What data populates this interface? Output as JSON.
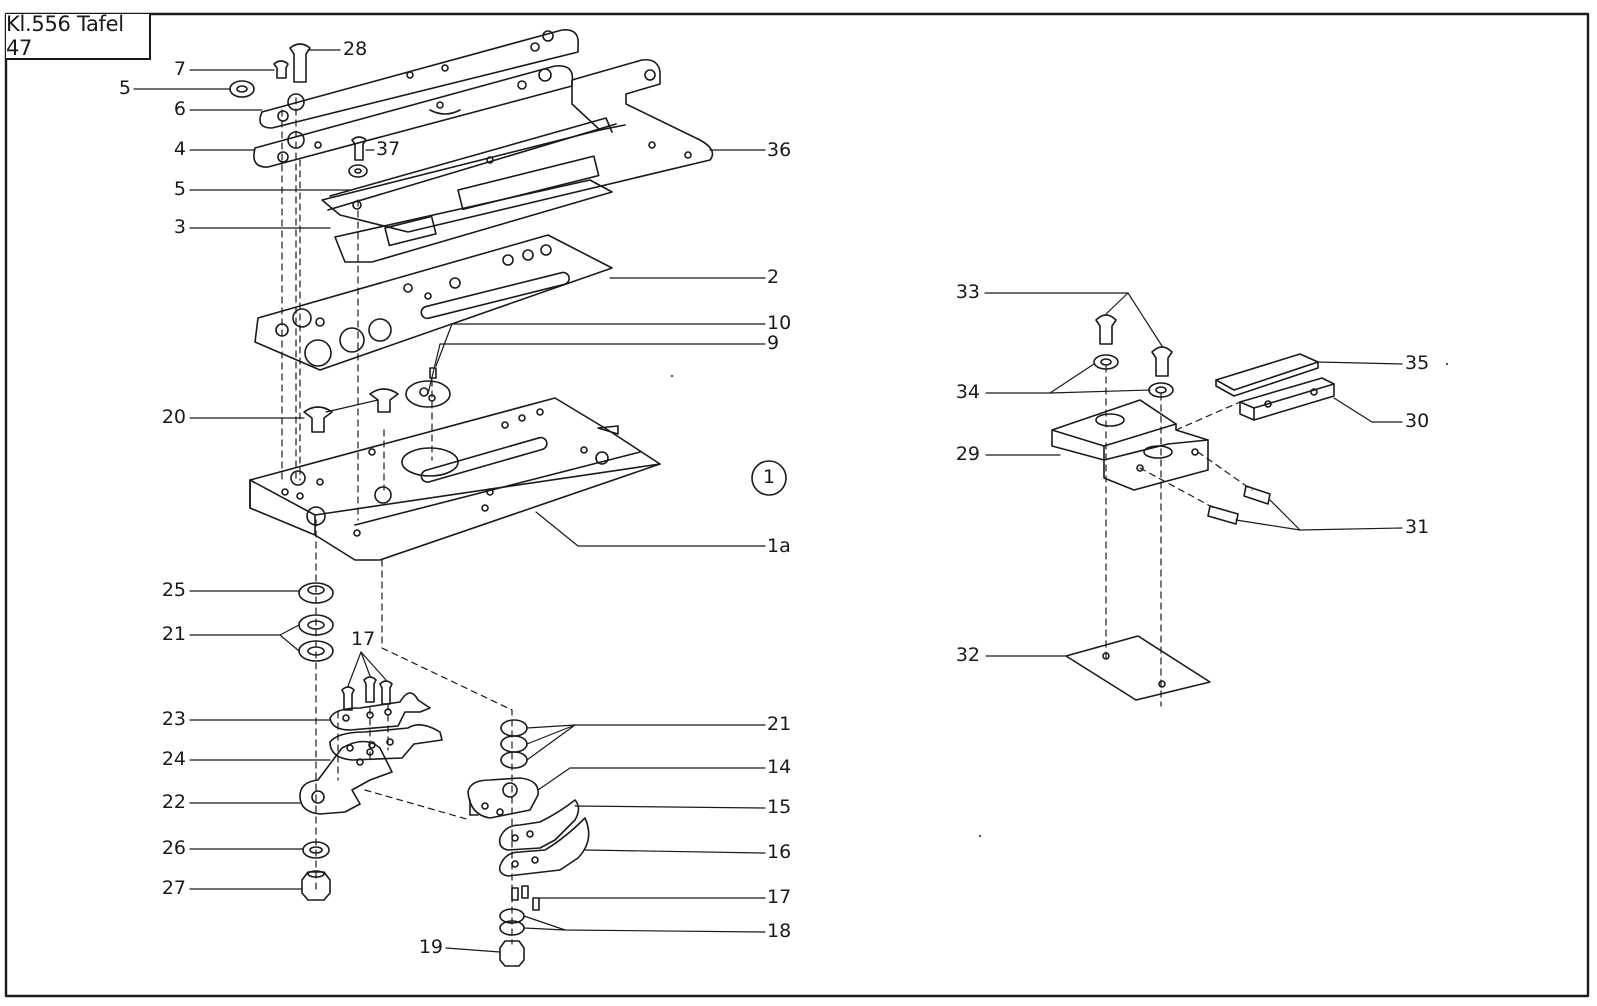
{
  "title": "Kl.556  Tafel 47",
  "view_marker": "1",
  "callouts": [
    {
      "id": "lbl-7",
      "text": "7"
    },
    {
      "id": "lbl-28",
      "text": "28"
    },
    {
      "id": "lbl-5a",
      "text": "5"
    },
    {
      "id": "lbl-6",
      "text": "6"
    },
    {
      "id": "lbl-4",
      "text": "4"
    },
    {
      "id": "lbl-37",
      "text": "37"
    },
    {
      "id": "lbl-36",
      "text": "36"
    },
    {
      "id": "lbl-5b",
      "text": "5"
    },
    {
      "id": "lbl-3",
      "text": "3"
    },
    {
      "id": "lbl-2",
      "text": "2"
    },
    {
      "id": "lbl-10",
      "text": "10"
    },
    {
      "id": "lbl-9",
      "text": "9"
    },
    {
      "id": "lbl-20",
      "text": "20"
    },
    {
      "id": "lbl-1a",
      "text": "1a"
    },
    {
      "id": "lbl-25",
      "text": "25"
    },
    {
      "id": "lbl-21a",
      "text": "21"
    },
    {
      "id": "lbl-17a",
      "text": "17"
    },
    {
      "id": "lbl-23",
      "text": "23"
    },
    {
      "id": "lbl-24",
      "text": "24"
    },
    {
      "id": "lbl-22",
      "text": "22"
    },
    {
      "id": "lbl-26",
      "text": "26"
    },
    {
      "id": "lbl-27",
      "text": "27"
    },
    {
      "id": "lbl-21b",
      "text": "21"
    },
    {
      "id": "lbl-14",
      "text": "14"
    },
    {
      "id": "lbl-15",
      "text": "15"
    },
    {
      "id": "lbl-16",
      "text": "16"
    },
    {
      "id": "lbl-17b",
      "text": "17"
    },
    {
      "id": "lbl-18",
      "text": "18"
    },
    {
      "id": "lbl-19",
      "text": "19"
    },
    {
      "id": "lbl-33",
      "text": "33"
    },
    {
      "id": "lbl-35",
      "text": "35"
    },
    {
      "id": "lbl-34",
      "text": "34"
    },
    {
      "id": "lbl-30",
      "text": "30"
    },
    {
      "id": "lbl-29",
      "text": "29"
    },
    {
      "id": "lbl-31",
      "text": "31"
    },
    {
      "id": "lbl-32",
      "text": "32"
    }
  ]
}
